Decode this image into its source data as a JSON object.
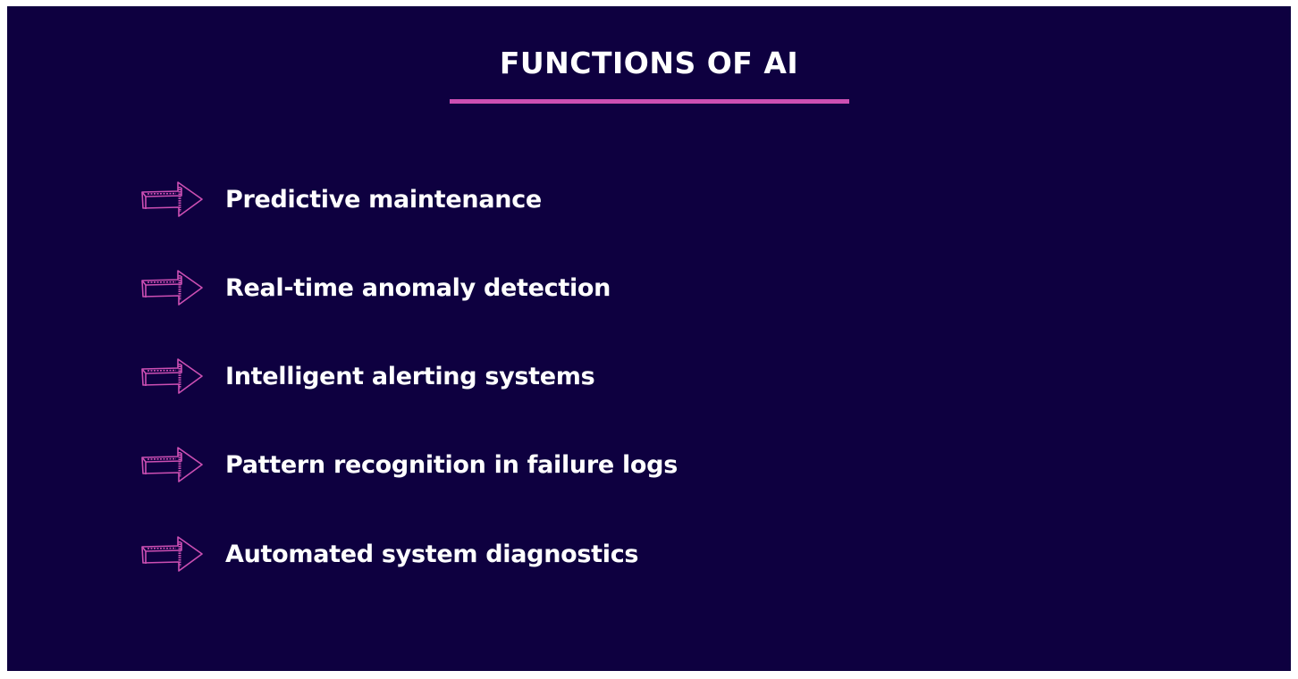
{
  "title": "FUNCTIONS OF AI",
  "items": [
    {
      "label": "Predictive maintenance",
      "icon": "arrow-right-icon"
    },
    {
      "label": "Real-time anomaly detection",
      "icon": "arrow-right-icon"
    },
    {
      "label": "Intelligent alerting systems",
      "icon": "arrow-right-icon"
    },
    {
      "label": "Pattern recognition in failure logs",
      "icon": "arrow-right-icon"
    },
    {
      "label": "Automated system diagnostics",
      "icon": "arrow-right-icon"
    }
  ],
  "colors": {
    "background": "#0e0040",
    "accent": "#cc4fb3",
    "text": "#ffffff"
  }
}
